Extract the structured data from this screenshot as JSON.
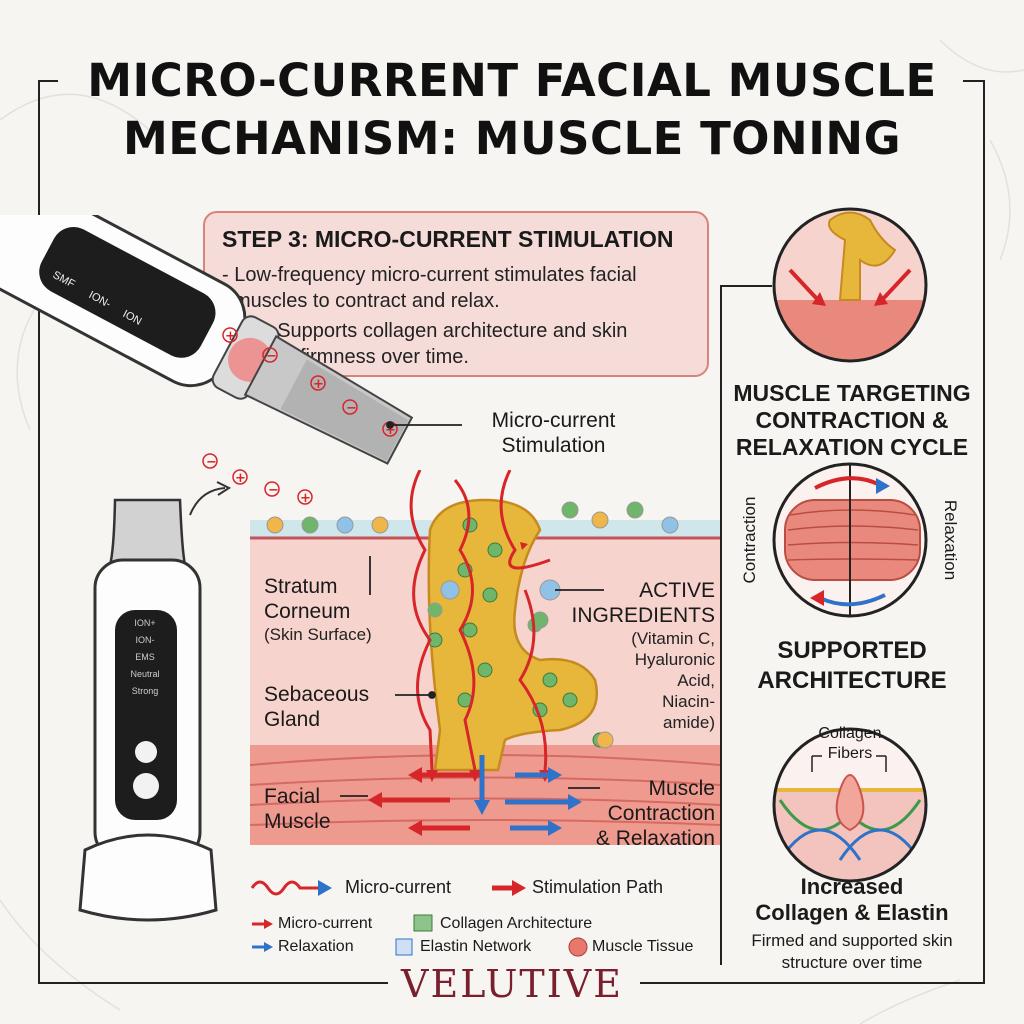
{
  "title": {
    "line1": "MICRO-CURRENT FACIAL MUSCLE",
    "line2": "MECHANISM: MUSCLE TONING"
  },
  "step": {
    "heading": "STEP 3: MICRO-CURRENT STIMULATION",
    "bullet1_line1": "- Low-frequency micro-current stimulates facial",
    "bullet1_line2": "muscles to contract and relax.",
    "bullet2_line1": "- Supports collagen architecture and skin",
    "bullet2_line2": "firmness over time."
  },
  "device_top": {
    "buttons": [
      "SMF",
      "ION-",
      "ION"
    ]
  },
  "device_standing": {
    "modes": [
      "ION+",
      "ION-",
      "EMS",
      "Neutral",
      "Strong"
    ]
  },
  "diagram": {
    "stim_label_line1": "Micro-current",
    "stim_label_line2": "Stimulation",
    "stratum_line1": "Stratum",
    "stratum_line2": "Corneum",
    "stratum_line3": "(Skin Surface)",
    "active_line1": "ACTIVE",
    "active_line2": "INGREDIENTS",
    "active_line3": "(Vitamin C,",
    "active_line4": "Hyaluronic",
    "active_line5": "Acid,",
    "active_line6": "Niacin-",
    "active_line7": "amide)",
    "sebaceous_line1": "Sebaceous",
    "sebaceous_line2": "Gland",
    "facial_line1": "Facial",
    "facial_line2": "Muscle",
    "muscle_line1": "Muscle",
    "muscle_line2": "Contraction",
    "muscle_line3": "& Relaxation"
  },
  "legend": {
    "microcurrent": "Micro-current",
    "stimulation_path": "Stimulation Path",
    "microcurrent_small": "Micro-current",
    "relaxation": "Relaxation",
    "collagen": "Collagen Architecture",
    "elastin": "Elastin Network",
    "muscle_tissue": "Muscle Tissue"
  },
  "right": {
    "targeting_line1": "MUSCLE TARGETING",
    "targeting_line2": "CONTRACTION &",
    "targeting_line3": "RELAXATION CYCLE",
    "contraction": "Contraction",
    "relaxation": "Relaxation",
    "supported_line1": "SUPPORTED",
    "supported_line2": "ARCHITECTURE",
    "collagen_line1": "Collagen",
    "collagen_line2": "Fibers",
    "increased_line1": "Increased",
    "increased_line2": "Collagen & Elastin",
    "firmed_line1": "Firmed and supported skin",
    "firmed_line2": "structure over time"
  },
  "brand": "VELUTIVE",
  "colors": {
    "accent_red": "#d7262a",
    "relax_blue": "#2f72c9",
    "skin_pink": "#f2c4bd",
    "gland_yellow": "#e7b73c",
    "brand": "#7a1f2e"
  }
}
